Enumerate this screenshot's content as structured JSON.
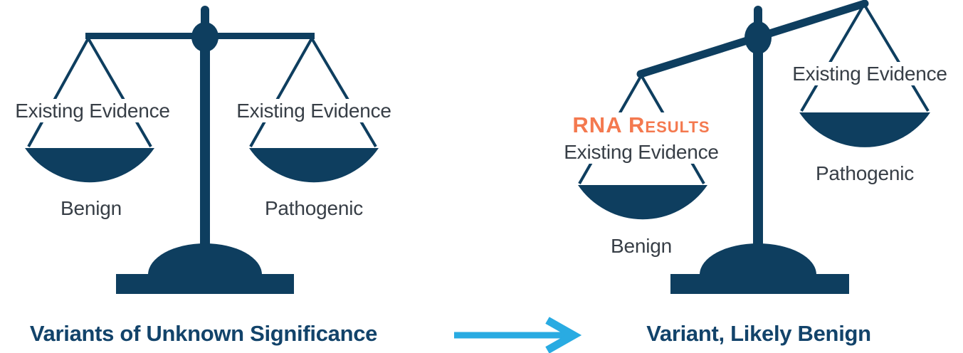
{
  "colors": {
    "navy": "#0e3e5f",
    "caption_navy": "#12436a",
    "label_gray": "#373e46",
    "orange": "#f4794f",
    "arrow_blue": "#29abe2",
    "background": "#ffffff"
  },
  "left_scale": {
    "state": "balanced",
    "left_pan_label": "Existing Evidence",
    "right_pan_label": "Existing Evidence",
    "left_outcome": "Benign",
    "right_outcome": "Pathogenic",
    "caption": "Variants of Unknown Significance"
  },
  "arrow": {
    "direction": "right"
  },
  "right_scale": {
    "state": "tilted-left-down",
    "left_pan_rna_label": "RNA Results",
    "left_pan_label": "Existing Evidence",
    "left_outcome": "Benign",
    "right_pan_label": "Existing Evidence",
    "right_outcome": "Pathogenic",
    "caption": "Variant, Likely Benign"
  }
}
